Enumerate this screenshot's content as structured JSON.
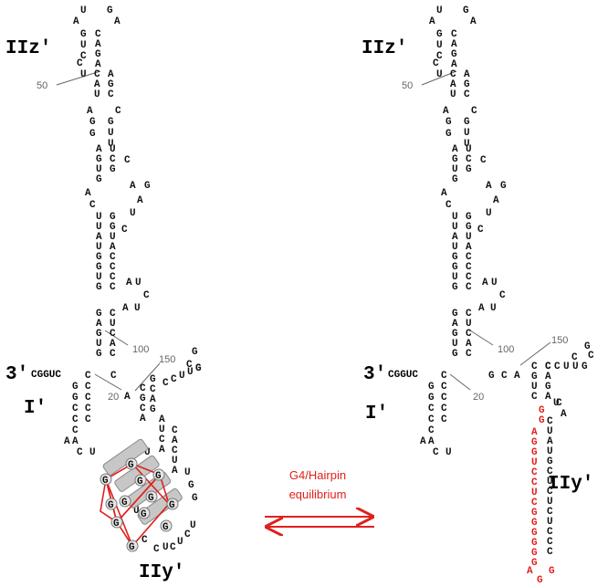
{
  "colors": {
    "nucleotide": "#111111",
    "highlight": "#e0201c",
    "numbering": "#666666",
    "quartet_plate": "#b5b5b5",
    "arrow": "#e0201c"
  },
  "left_panel": {
    "label_top": "IIz′",
    "label_left": "I′",
    "label_bottom": "IIy′",
    "three_prime": "3′",
    "five_to_three_tail": "CGGUC",
    "positions": [
      "50",
      "100",
      "20",
      "150"
    ],
    "loop_tail": "CCUUG",
    "quartet_guanines": [
      "G",
      "G",
      "G",
      "G",
      "G",
      "G",
      "G",
      "G",
      "G",
      "G",
      "G",
      "G"
    ]
  },
  "right_panel": {
    "label_top": "IIz′",
    "label_left": "I′",
    "label_bottom": "IIy′",
    "three_prime": "3′",
    "five_to_three_tail": "CGGUC",
    "positions": [
      "50",
      "100",
      "20",
      "150"
    ],
    "loop_tail": "CCUUG"
  },
  "equilibrium": {
    "line1": "G4/Hairpin",
    "line2": "equilibrium"
  }
}
